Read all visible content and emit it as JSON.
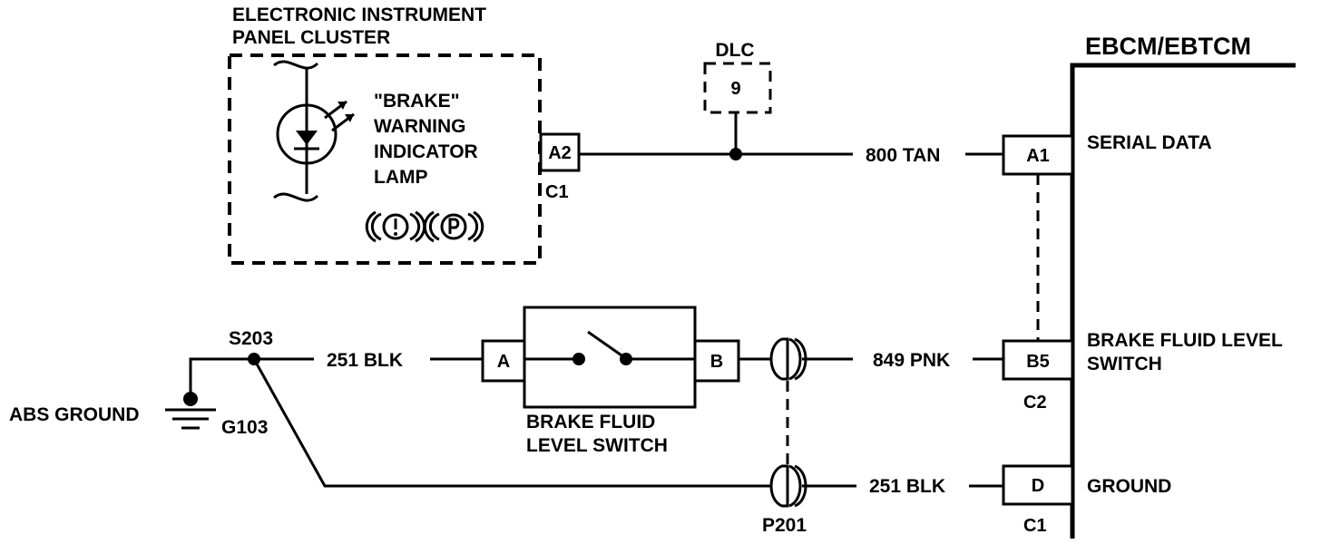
{
  "cluster": {
    "title_line1": "ELECTRONIC  INSTRUMENT",
    "title_line2": "PANEL CLUSTER",
    "lamp_line1": "\"BRAKE\"",
    "lamp_line2": "WARNING",
    "lamp_line3": "INDICATOR",
    "lamp_line4": "LAMP",
    "pin": "A2",
    "connector": "C1"
  },
  "dlc": {
    "label": "DLC",
    "pin": "9"
  },
  "module": {
    "title": "EBCM/EBTCM",
    "pins": [
      {
        "pin": "A1",
        "function": "SERIAL DATA"
      },
      {
        "pin": "B5",
        "function_line1": "BRAKE FLUID LEVEL",
        "function_line2": "SWITCH",
        "connector": "C2"
      },
      {
        "pin": "D",
        "function": "GROUND",
        "connector": "C1"
      }
    ]
  },
  "wires": {
    "serial": "800 TAN",
    "switch_feed": "849 PNK",
    "ground_upper": "251 BLK",
    "ground_lower": "251 BLK"
  },
  "switch": {
    "label_line1": "BRAKE FLUID",
    "label_line2": "LEVEL SWITCH",
    "pin_a": "A",
    "pin_b": "B"
  },
  "splice": "S203",
  "ground": {
    "label": "ABS GROUND",
    "id": "G103"
  },
  "inline_connector": "P201"
}
